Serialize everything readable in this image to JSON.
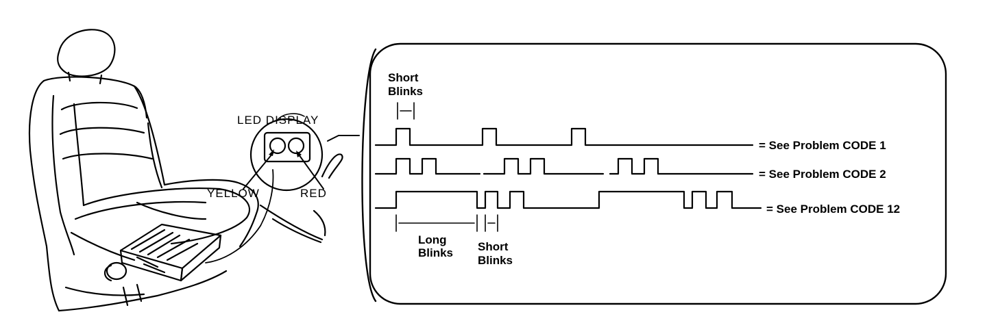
{
  "labels": {
    "led_display": "LED DISPLAY",
    "yellow": "YELLOW",
    "red": "RED",
    "short_blinks_top_line1": "Short",
    "short_blinks_top_line2": "Blinks",
    "long_blinks_line1": "Long",
    "long_blinks_line2": "Blinks",
    "short_blinks_bottom_line1": "Short",
    "short_blinks_bottom_line2": "Blinks"
  },
  "codes": [
    {
      "label": "= See Problem CODE 1",
      "blink_pattern": [
        "short",
        "short",
        "short"
      ]
    },
    {
      "label": "= See Problem CODE 2",
      "blink_pattern": [
        "short",
        "short",
        "pause",
        "short",
        "short",
        "pause",
        "short",
        "short"
      ]
    },
    {
      "label": "= See Problem CODE 12",
      "blink_pattern": [
        "long",
        "short",
        "short",
        "pause",
        "long",
        "short",
        "short"
      ]
    }
  ],
  "colors": {
    "ink": "#000000",
    "background": "#ffffff"
  }
}
